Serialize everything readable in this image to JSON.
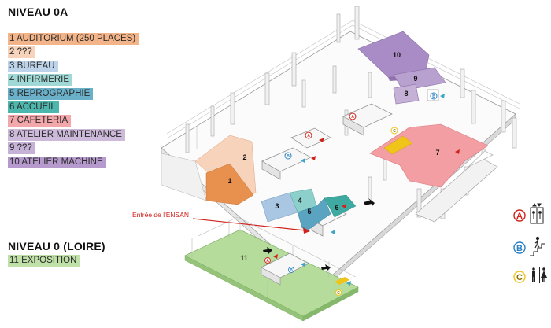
{
  "levels": {
    "upper": {
      "title": "NIVEAU 0A",
      "legend": [
        {
          "label": "1 AUDITORIUM (250 PLACES)",
          "color": "#f3b489"
        },
        {
          "label": "2 ???",
          "color": "#f7d3bb"
        },
        {
          "label": "3 BUREAU",
          "color": "#bcd3ea"
        },
        {
          "label": "4 INFIRMERIE",
          "color": "#9fd8d4"
        },
        {
          "label": "5 REPROGRAPHIE",
          "color": "#6ab0c9"
        },
        {
          "label": "6 ACCUEIL",
          "color": "#4db6ad"
        },
        {
          "label": "7 CAFETERIA",
          "color": "#f4a7ab"
        },
        {
          "label": "8 ATELIER MAINTENANCE",
          "color": "#cdb9da"
        },
        {
          "label": "9 ???",
          "color": "#c6b1d7"
        },
        {
          "label": "10 ATELIER MACHINE",
          "color": "#b69ace"
        }
      ]
    },
    "lower": {
      "title": "NIVEAU 0 (LOIRE)",
      "legend": [
        {
          "label": "11 EXPOSITION",
          "color": "#bfe0a6"
        }
      ]
    }
  },
  "entrance_label": "Entrée de l'ENSAN",
  "room_numbers": [
    "1",
    "2",
    "3",
    "4",
    "5",
    "6",
    "7",
    "8",
    "9",
    "10",
    "11"
  ],
  "symbol_key": [
    {
      "letter": "A",
      "ring_color": "#d0231c",
      "icon": "elevator-icon"
    },
    {
      "letter": "B",
      "ring_color": "#2a7fc1",
      "icon": "stairs-person-icon"
    },
    {
      "letter": "C",
      "ring_color": "#f0c419",
      "icon": "restroom-icon"
    }
  ],
  "colors": {
    "auditorium": "#f3b489",
    "auditorium_dark": "#e8904e",
    "room2": "#f7d3bb",
    "bureau": "#a9c6e3",
    "infirmerie": "#8ccfcb",
    "reprographie": "#5aa4c2",
    "accueil": "#3faaa1",
    "cafeteria": "#f29ea3",
    "atelier_maintenance": "#c5b0d6",
    "room9": "#b9a1cf",
    "atelier_machine": "#a98cc6",
    "exposition": "#b5dc9a",
    "entrance_arrow": "#d0231c"
  }
}
